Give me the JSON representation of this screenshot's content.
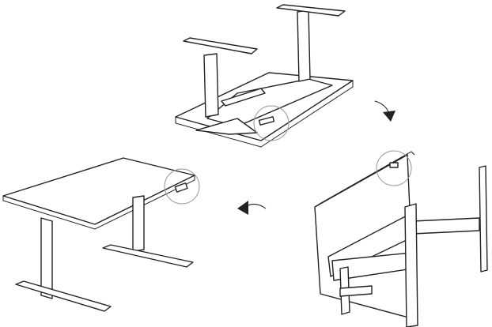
{
  "steps": [
    {
      "id": 1,
      "view": "desk-upside-down",
      "highlight": "control-panel"
    },
    {
      "id": 2,
      "view": "desk-on-side",
      "highlight": "control-panel"
    },
    {
      "id": 3,
      "view": "desk-upright",
      "highlight": "control-panel"
    }
  ],
  "arrows": [
    {
      "icon": "curved-arrow-down-icon"
    },
    {
      "icon": "curved-arrow-left-icon"
    }
  ],
  "colors": {
    "line": "#222222",
    "highlight_circle": "#999999"
  }
}
